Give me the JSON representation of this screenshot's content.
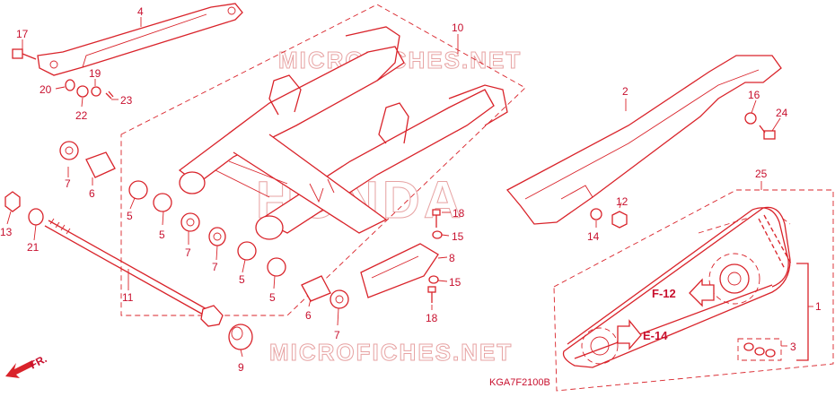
{
  "watermarks": {
    "top": "MICROFICHES.NET",
    "middle": "HONDA",
    "bottom": "MICROFICHES.NET"
  },
  "diagram_code": "KGA7F2100B",
  "front_arrow": "FR.",
  "refs": {
    "f12": "F-12",
    "e14": "E-14"
  },
  "callouts": {
    "c1": "1",
    "c2": "2",
    "c3": "3",
    "c4": "4",
    "c5a": "5",
    "c5b": "5",
    "c5c": "5",
    "c5d": "5",
    "c6a": "6",
    "c6b": "6",
    "c7a": "7",
    "c7b": "7",
    "c7c": "7",
    "c7d": "7",
    "c8": "8",
    "c9": "9",
    "c10": "10",
    "c11": "11",
    "c12": "12",
    "c13": "13",
    "c14": "14",
    "c15a": "15",
    "c15b": "15",
    "c16": "16",
    "c17": "17",
    "c18a": "18",
    "c18b": "18",
    "c19": "19",
    "c20": "20",
    "c21": "21",
    "c22": "22",
    "c23": "23",
    "c24": "24",
    "c25": "25"
  },
  "colors": {
    "line": "#d9232a",
    "watermark": "#e7a3a3",
    "background": "#ffffff"
  }
}
